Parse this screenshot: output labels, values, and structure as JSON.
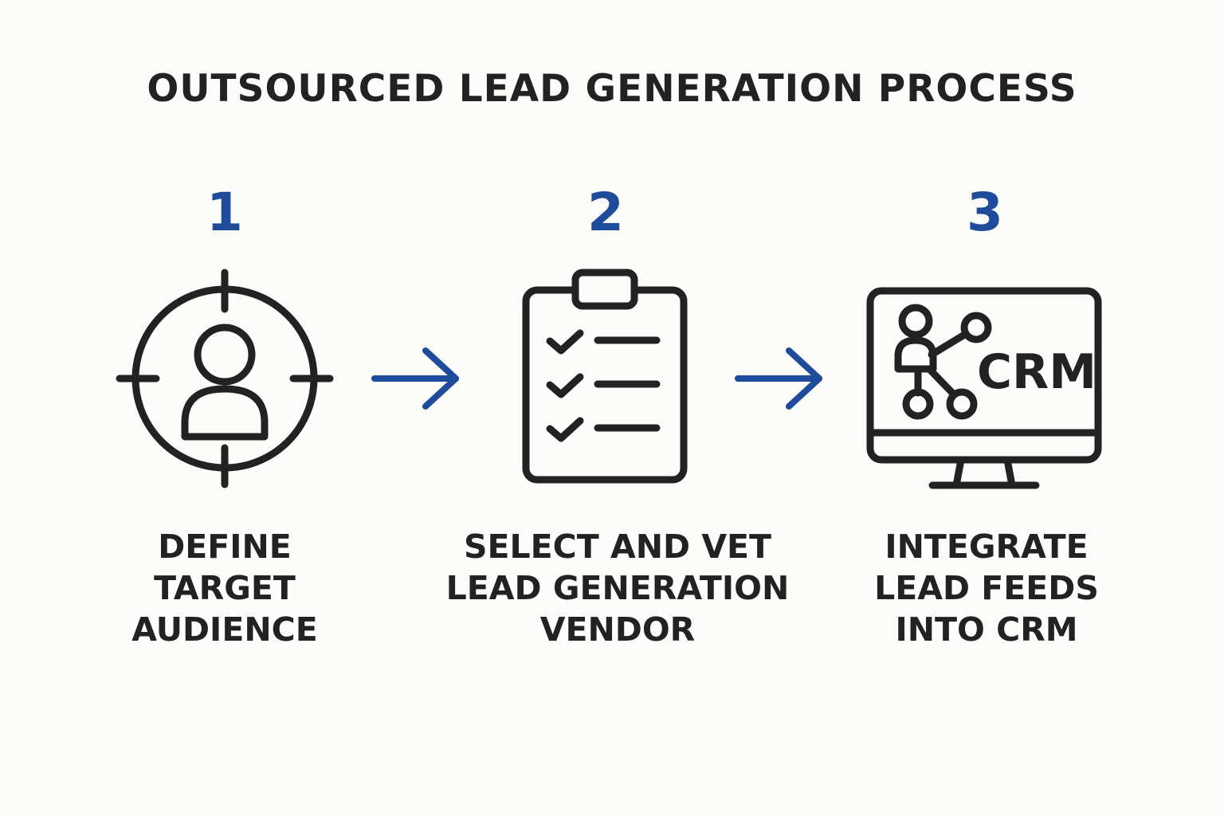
{
  "title": "OUTSOURCED LEAD GENERATION PROCESS",
  "colors": {
    "accent": "#1f4b9b",
    "ink": "#222222",
    "background": "#fcfcfb"
  },
  "steps": [
    {
      "number": "1",
      "icon": "target-user-icon",
      "label": [
        "DEFINE",
        "TARGET",
        "AUDIENCE"
      ]
    },
    {
      "number": "2",
      "icon": "clipboard-checklist-icon",
      "label": [
        "SELECT AND VET",
        "LEAD GENERATION",
        "VENDOR"
      ]
    },
    {
      "number": "3",
      "icon": "crm-monitor-icon",
      "icon_text": "CRM",
      "label": [
        "INTEGRATE",
        "LEAD FEEDS",
        "INTO CRM"
      ]
    }
  ],
  "connectors": [
    {
      "icon": "arrow-right-icon"
    },
    {
      "icon": "arrow-right-icon"
    }
  ]
}
